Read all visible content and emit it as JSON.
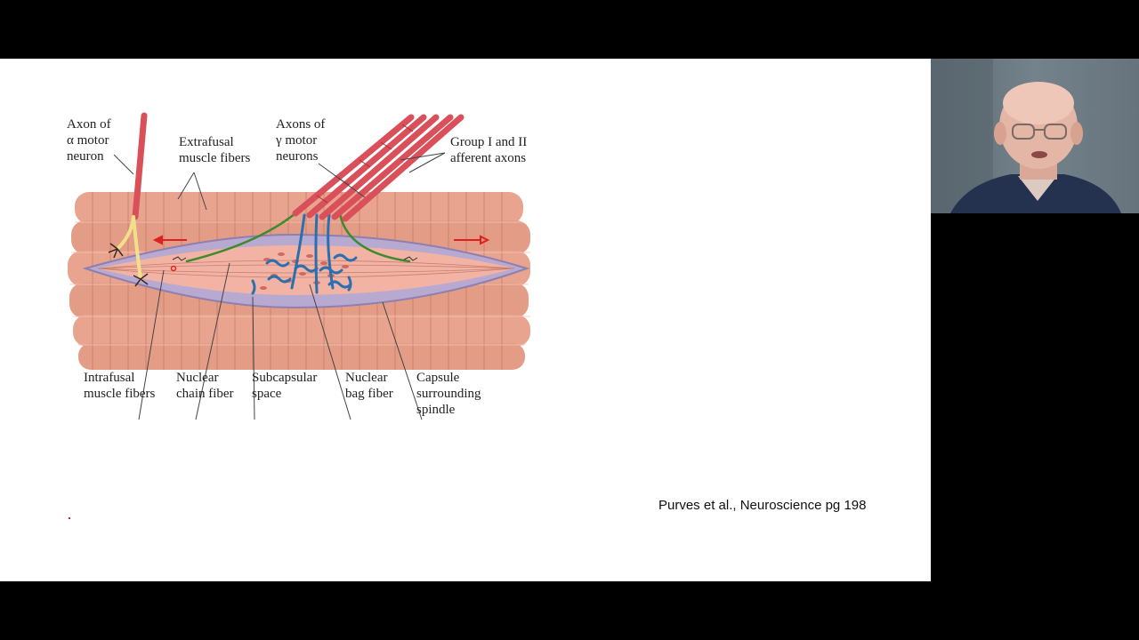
{
  "figure": {
    "labels": {
      "axon_alpha": "Axon of\nα motor\nneuron",
      "extrafusal": "Extrafusal\nmuscle fibers",
      "axons_gamma": "Axons of\nγ motor\nneurons",
      "group_afferent": "Group I and II\nafferent axons",
      "intrafusal": "Intrafusal\nmuscle fibers",
      "nuclear_chain": "Nuclear\nchain fiber",
      "subcapsular": "Subcapsular\nspace",
      "nuclear_bag": "Nuclear\nbag fiber",
      "capsule": "Capsule\nsurrounding\nspindle"
    }
  },
  "citation": "Purves et al., Neuroscience pg 198",
  "colors": {
    "muscle": "#e8a48f",
    "muscle_dark": "#c97e6a",
    "capsule": "#b7a9cf",
    "intrafusal": "#f2b3a5",
    "afferent_blue": "#2a6fb0",
    "gamma_green": "#3e8a2e",
    "axon_red": "#d9505a",
    "alpha_yellow": "#f0e08a"
  }
}
